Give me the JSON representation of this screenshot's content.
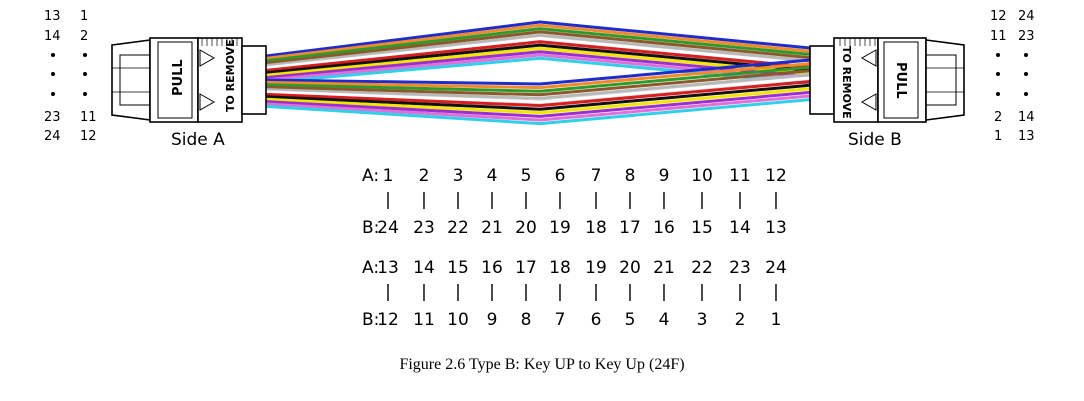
{
  "side_a": {
    "label": "Side A",
    "pins_col1": [
      "13",
      "14",
      "23",
      "24"
    ],
    "pins_col2": [
      "1",
      "2",
      "11",
      "12"
    ],
    "connector_text_pull": "PULL",
    "connector_text_remove": "TO REMOVE"
  },
  "side_b": {
    "label": "Side B",
    "pins_col1": [
      "12",
      "11",
      "2",
      "1"
    ],
    "pins_col2": [
      "24",
      "23",
      "14",
      "13"
    ],
    "connector_text_pull": "PULL",
    "connector_text_remove": "TO REMOVE"
  },
  "fiber_colors": [
    "#1f2ccc",
    "#f28a2a",
    "#2e9a2e",
    "#8b5a2b",
    "#b8b8b8",
    "#ffffff",
    "#d81e1e",
    "#111111",
    "#f2e600",
    "#9a2fd2",
    "#e070d8",
    "#2fd0e8"
  ],
  "mapping_1": {
    "a_prefix": "A:",
    "b_prefix": "B:",
    "a": [
      "1",
      "2",
      "3",
      "4",
      "5",
      "6",
      "7",
      "8",
      "9",
      "10",
      "11",
      "12"
    ],
    "b": [
      "24",
      "23",
      "22",
      "21",
      "20",
      "19",
      "18",
      "17",
      "16",
      "15",
      "14",
      "13"
    ]
  },
  "mapping_2": {
    "a_prefix": "A:",
    "b_prefix": "B:",
    "a": [
      "13",
      "14",
      "15",
      "16",
      "17",
      "18",
      "19",
      "20",
      "21",
      "22",
      "23",
      "24"
    ],
    "b": [
      "12",
      "11",
      "10",
      "9",
      "8",
      "7",
      "6",
      "5",
      "4",
      "3",
      "2",
      "1"
    ]
  },
  "caption": "Figure 2.6 Type B: Key UP to Key Up (24F)"
}
